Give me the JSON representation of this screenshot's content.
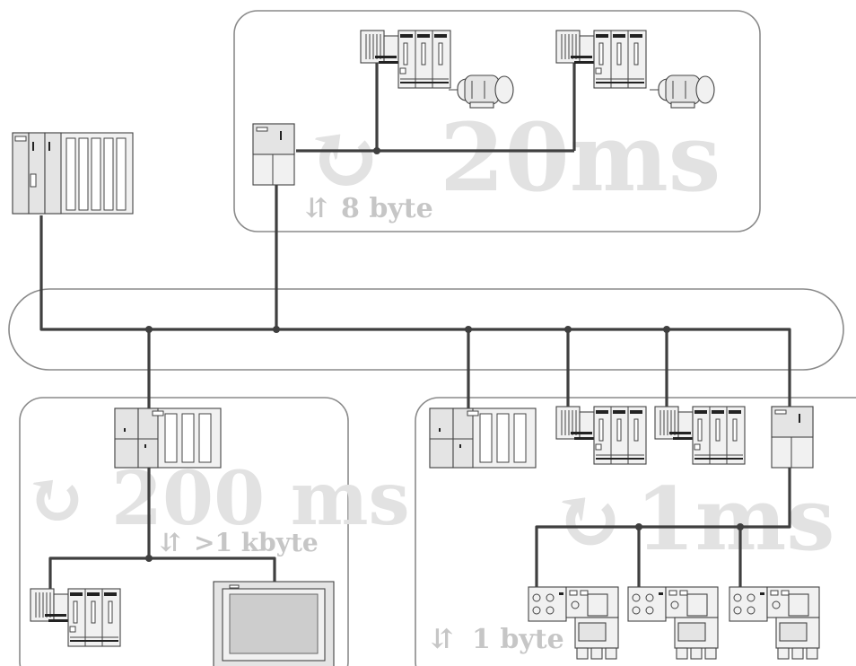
{
  "zones": {
    "top": {
      "cycle": "20ms",
      "data": "8 byte"
    },
    "left": {
      "cycle": "200 ms",
      "data": ">1 kbyte"
    },
    "right": {
      "cycle": "1ms",
      "data": "1 byte"
    }
  },
  "symbols": {
    "cycle": "↻",
    "data": "⇵"
  },
  "colors": {
    "bus": "#3f3f3f",
    "zone_border": "#8a8a8a",
    "watermark": "#e2e2e2",
    "label": "#c6c6c6"
  }
}
